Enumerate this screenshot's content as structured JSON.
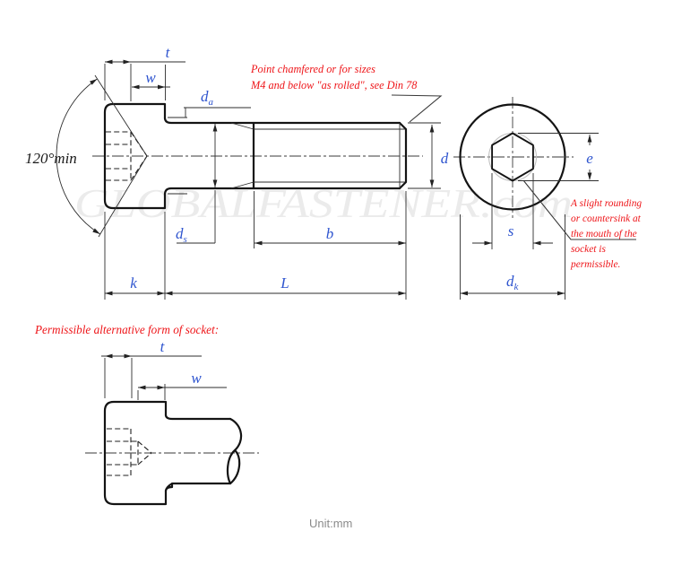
{
  "drawing": {
    "unit_label": "Unit:mm",
    "watermark": "GLOBALFASTENER.com",
    "angle_label": "120°min",
    "dims": {
      "t": "t",
      "w": "w",
      "b": "b",
      "k": "k",
      "L": "L",
      "d": "d",
      "e": "e",
      "s": "s",
      "sub_a": "a",
      "sub_s": "s",
      "sub_k": "k"
    },
    "notes": {
      "point_chamfer_1": "Point chamfered or for sizes",
      "point_chamfer_2": "M4 and below \"as rolled\", see Din 78",
      "socket_mouth_1": "A slight rounding",
      "socket_mouth_2": "or countersink at",
      "socket_mouth_3": "the mouth of the",
      "socket_mouth_4": "socket is",
      "socket_mouth_5": "permissible.",
      "alt_socket_title": "Permissible alternative form of socket:"
    },
    "colors": {
      "dimension": "#2f55cf",
      "annotation": "#ee1519",
      "line": "#141414",
      "muted_text": "#8a8a8a"
    }
  }
}
